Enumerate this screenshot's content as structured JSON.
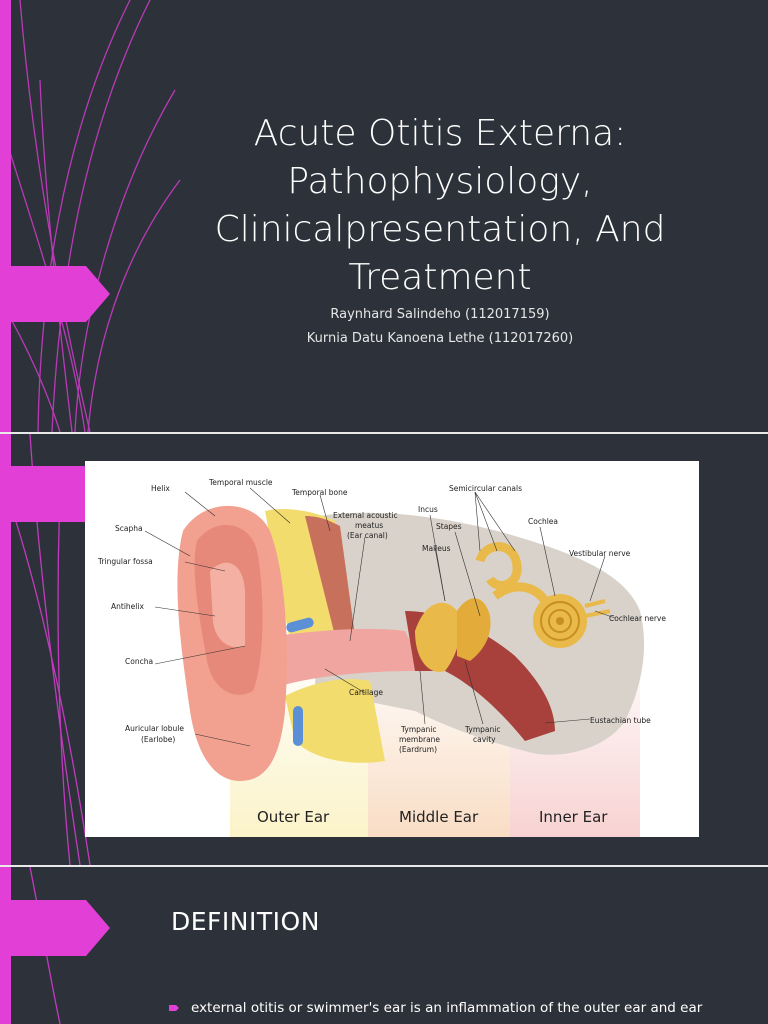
{
  "slide1": {
    "title_line1": "Acute Otitis Externa:",
    "title_line2": "Pathophysiology,",
    "title_line3": "Clinicalpresentation, And",
    "title_line4": "Treatment",
    "author1": "Raynhard Salindeho (112017159)",
    "author2": "Kurnia Datu Kanoena Lethe (112017260)"
  },
  "slide2": {
    "diagram": {
      "labels": {
        "helix": "Helix",
        "temporal_muscle": "Temporal muscle",
        "temporal_bone": "Temporal bone",
        "external_acoustic_1": "External acoustic",
        "external_acoustic_2": "meatus",
        "external_acoustic_3": "(Ear canal)",
        "incus": "Incus",
        "semicircular": "Semicircular canals",
        "stapes": "Stapes",
        "cochlea": "Cochlea",
        "scapha": "Scapha",
        "triangular": "Tringular fossa",
        "malleus": "Malleus",
        "vestibular": "Vestibular nerve",
        "antihelix": "Antihelix",
        "cochlear_nerve": "Cochlear nerve",
        "concha": "Concha",
        "cartilage": "Cartilage",
        "tympanic_membrane_1": "Tympanic",
        "tympanic_membrane_2": "membrane",
        "tympanic_membrane_3": "(Eardrum)",
        "tympanic_cavity_1": "Tympanic",
        "tympanic_cavity_2": "cavity",
        "eustachian": "Eustachian tube",
        "lobule_1": "Auricular lobule",
        "lobule_2": "(Earlobe)"
      },
      "zones": {
        "outer": "Outer Ear",
        "middle": "Middle Ear",
        "inner": "Inner Ear"
      }
    }
  },
  "slide3": {
    "heading": "DEFINITION",
    "bullet1": "external otitis or swimmer's ear is an inflammation of the outer ear and ear"
  },
  "colors": {
    "background": "#2d3139",
    "accent": "#e23fd7",
    "text": "#ffffff"
  },
  "icons": {
    "bullet": "arrow-bullet-icon"
  }
}
